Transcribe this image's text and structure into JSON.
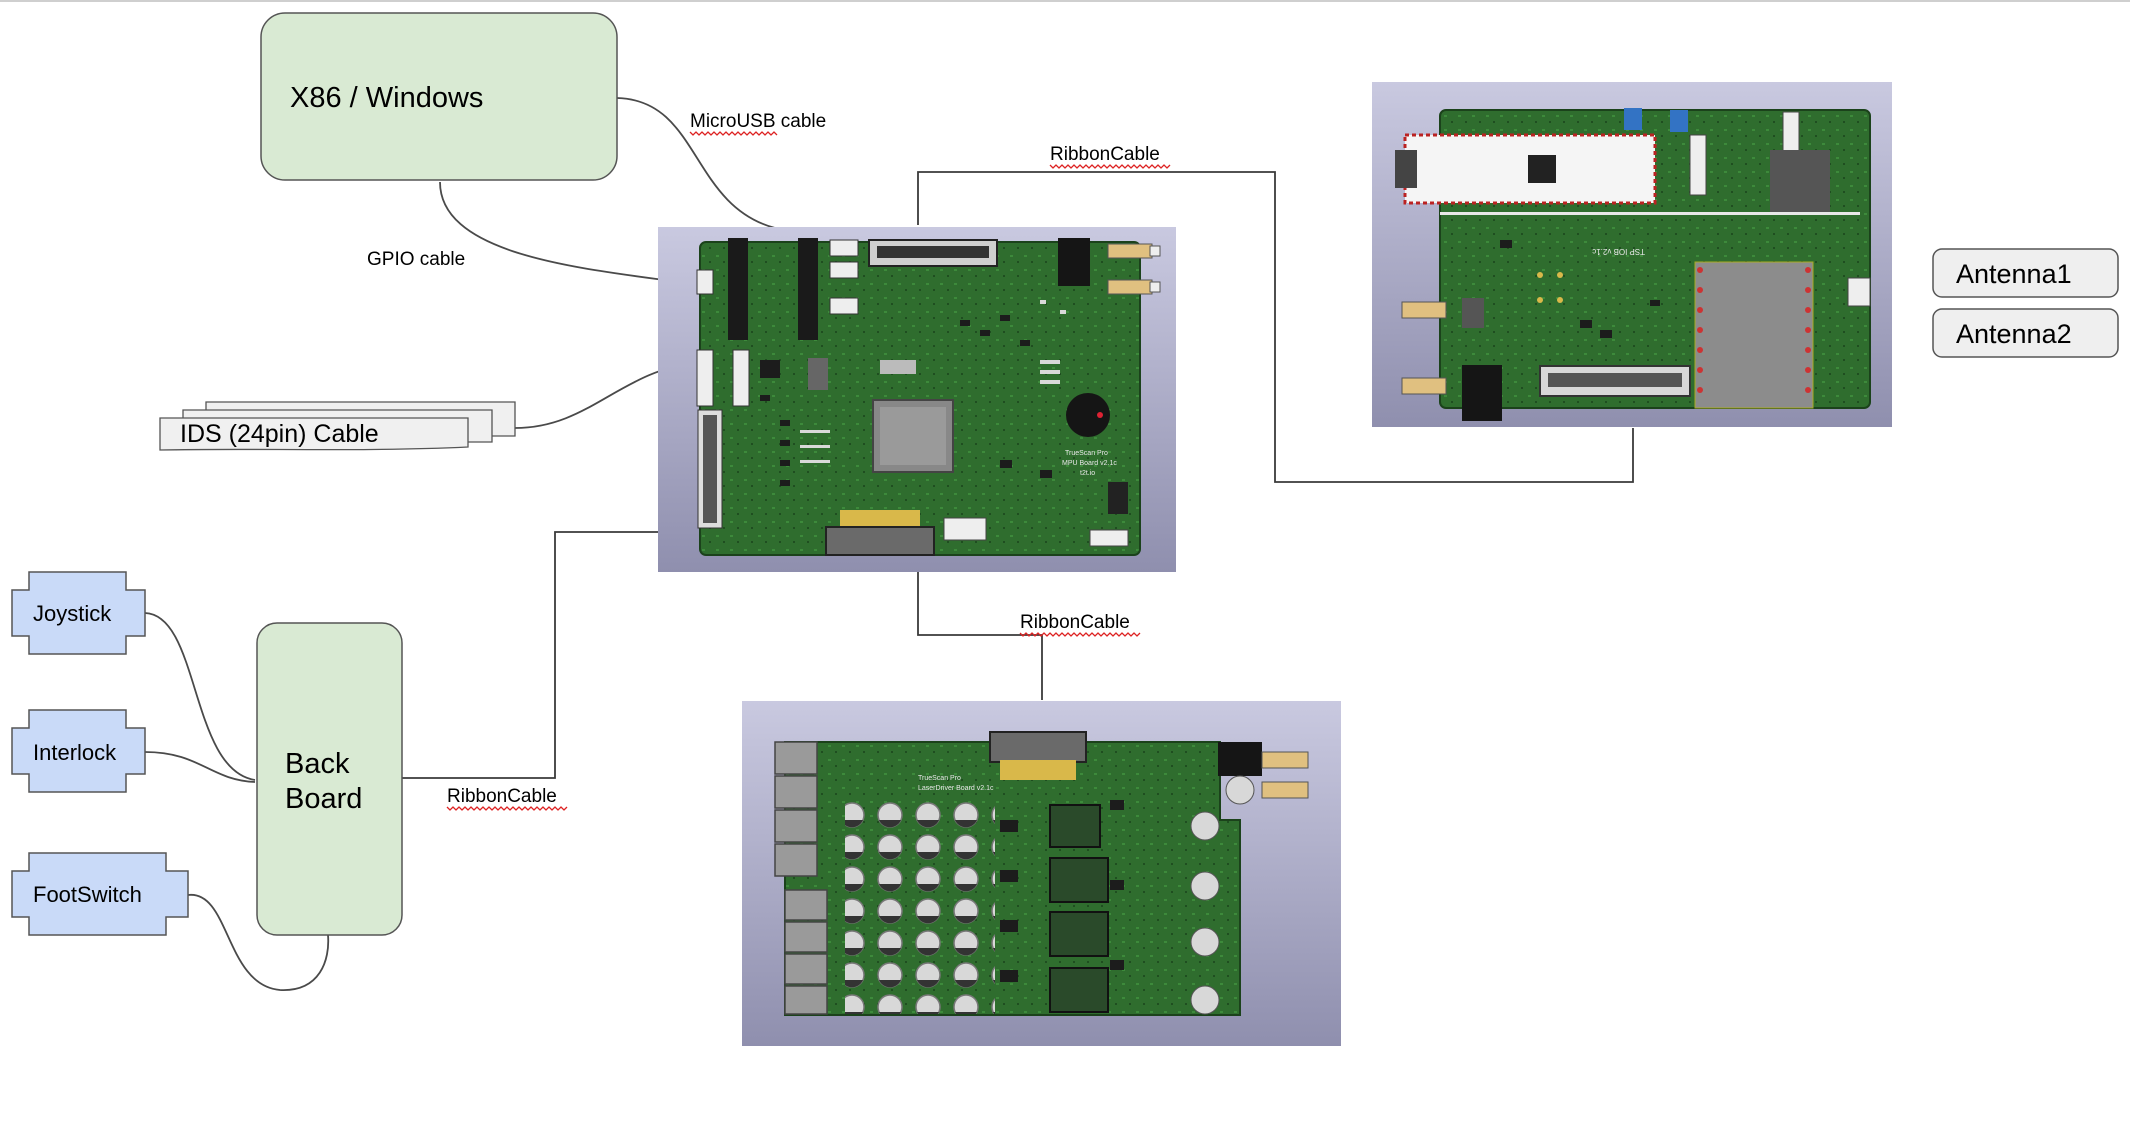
{
  "nodes": {
    "host": "X86 / Windows",
    "ids_cable": "IDS (24pin) Cable",
    "joystick": "Joystick",
    "interlock": "Interlock",
    "footswitch": "FootSwitch",
    "back_board_line1": "Back",
    "back_board_line2": "Board",
    "antenna1": "Antenna1",
    "antenna2": "Antenna2"
  },
  "connections": {
    "microusb": "MicroUSB cable",
    "gpio": "GPIO cable",
    "ribbon_top": "RibbonCable",
    "ribbon_bottom": "RibbonCable",
    "ribbon_back": "RibbonCable"
  },
  "boards": {
    "mpu_silk_1": "TrueScan Pro",
    "mpu_silk_2": "MPU Board v2.1c",
    "mpu_silk_3": "t2t.io",
    "tsp_silk": "TSP IOB v2.1c",
    "laser_silk_1": "TrueScan Pro",
    "laser_silk_2": "LaserDriver Board v2.1c"
  },
  "colors": {
    "node_green": "#d9ead3",
    "node_blue": "#c9daf8",
    "pcb_green": "#2d6a2c",
    "render_bg": "#a9a9c8"
  }
}
